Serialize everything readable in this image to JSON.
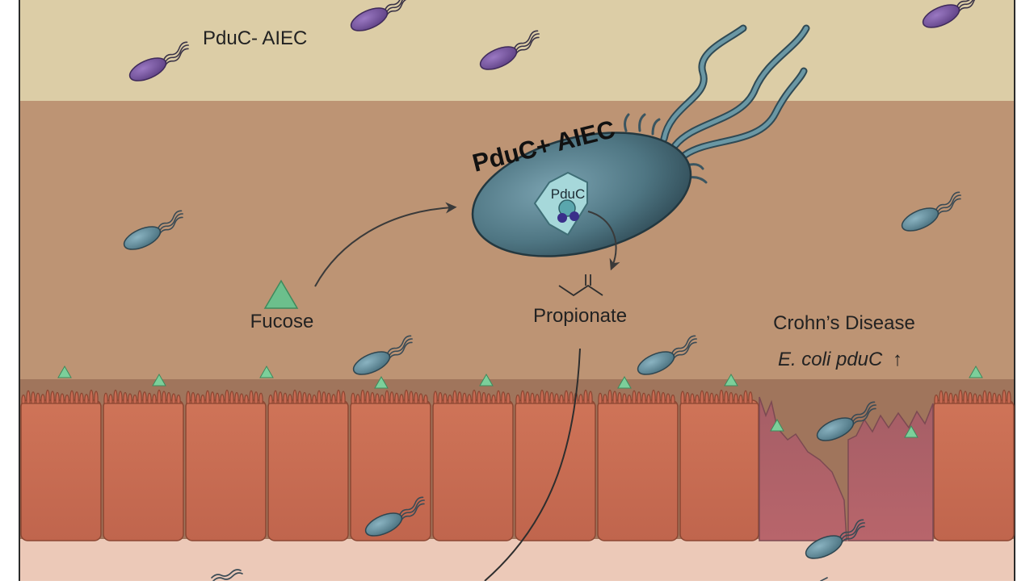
{
  "labels": {
    "pduc_minus": "PduC- AIEC",
    "pduc_plus": "PduC+ AIEC",
    "pduc_enzyme": "PduC",
    "fucose": "Fucose",
    "propionate": "Propionate",
    "disease": "Crohn’s Disease",
    "gene_prefix": "E. coli pduC",
    "gene_arrow": "↑"
  },
  "colors": {
    "lumen": "#dccda6",
    "mucus": "#bd9474",
    "epithelium": "#c96a52",
    "inflamed_epithelium": "#a8606a",
    "lamina_propria": "#ecc9b8",
    "pduc_minus_bacteria": "#7a55a0",
    "pduc_plus_bacteria": "#5b8795",
    "fucose": "#6cbf8c"
  },
  "icons": {
    "fucose": "triangle-icon",
    "propionate": "molecule-skeletal-icon",
    "pduc_enzyme": "hexagon-microcompartment-icon"
  }
}
